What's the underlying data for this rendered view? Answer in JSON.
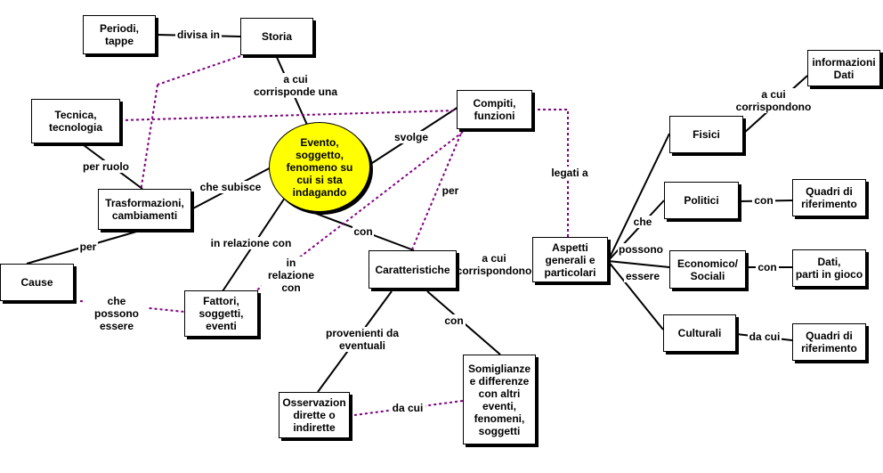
{
  "nodes": {
    "periodi": "Periodi,\ntappe",
    "storia": "Storia",
    "tecnica": "Tecnica,\ntecnologia",
    "evento": "Evento,\nsoggetto,\nfenomeno su\ncui si sta\nindagando",
    "compiti": "Compiti,\nfunzioni",
    "trasformazioni": "Trasformazioni,\ncambiamenti",
    "cause": "Cause",
    "fattori": "Fattori,\nsoggetti,\neventi",
    "caratteristiche": "Caratteristiche",
    "aspetti": "Aspetti\ngenerali e\nparticolari",
    "fisici": "Fisici",
    "politici": "Politici",
    "economico": "Economico/\nSociali",
    "culturali": "Culturali",
    "informazioni": "informazioni\nDati",
    "quadri1": "Quadri di\nriferimento",
    "dati": "Dati,\nparti in gioco",
    "quadri2": "Quadri di\nriferimento",
    "osservazioni": "Osservazion\ndirette o\nindirette",
    "somiglianze": "Somiglianze\ne differenze\ncon altri\neventi,\nfenomeni,\nsoggetti"
  },
  "labels": {
    "divisa_in": "divisa in",
    "a_cui_corrisponde_una": "a cui\ncorrisponde una",
    "per_ruolo": "per ruolo",
    "che_subisce": "che subisce",
    "svolge": "svolge",
    "per_mid": "per",
    "legati_a": "legati a",
    "a_cui_corrispondono_top": "a cui\ncorrispondono",
    "per_left": "per",
    "in_relazione_con_1": "in relazione con",
    "in_relazione_con_2": "in relazione\ncon",
    "con_center": "con",
    "che_possono_essere_left": "che possono\nessere",
    "a_cui_corrispondono_mid": "a cui\ncorrispondono",
    "che": "che",
    "possono": "possono",
    "essere": "essere",
    "con_politici": "con",
    "con_economico": "con",
    "da_cui_culturali": "da cui",
    "provenienti": "provenienti da\neventuali",
    "con_somiglianze": "con",
    "da_cui_osservazioni": "da cui"
  },
  "colors": {
    "link": "#000000",
    "dotted": "#800080",
    "center_fill": "#ffff00"
  }
}
